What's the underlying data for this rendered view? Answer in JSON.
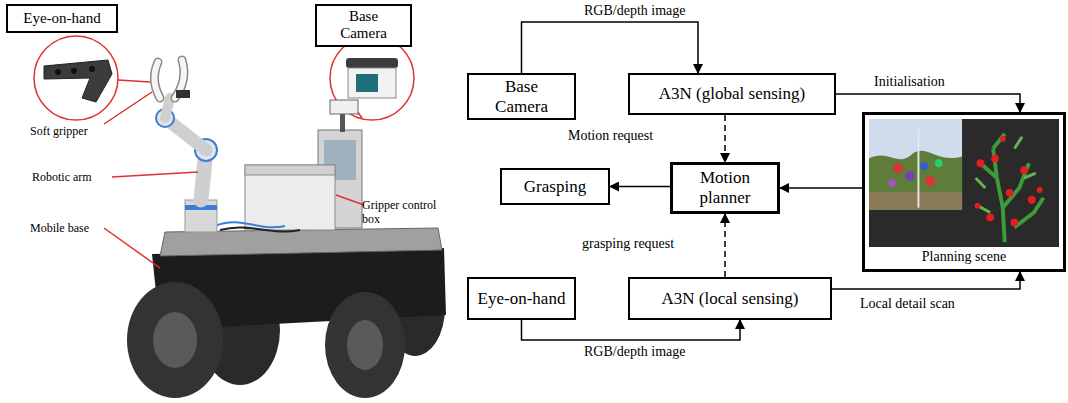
{
  "diagram": {
    "nodes": [
      {
        "text": [
          "Eye-on-hand"
        ]
      },
      {
        "text": [
          "Base Camera"
        ]
      },
      {
        "text": [
          "Base Camera"
        ]
      },
      {
        "text": [
          "A3N (global sensing)"
        ]
      },
      {
        "text": [
          "Planning scene"
        ]
      },
      {
        "text": [
          "Grasping"
        ]
      },
      {
        "text": [
          "Motion planner"
        ]
      },
      {
        "text": [
          "Eye-on-hand"
        ]
      },
      {
        "text": [
          "A3N (local sensing)"
        ]
      }
    ],
    "edges": [
      {
        "from": 2,
        "to": 3,
        "label": "RGB/depth image",
        "arrow": "to"
      },
      {
        "from": 3,
        "to": 4,
        "label": "Initialisation",
        "arrow": "to"
      },
      {
        "from": 3,
        "to": 6,
        "label": "Motion request",
        "arrow": "to"
      },
      {
        "from": 4,
        "to": 6,
        "arrow": "to"
      },
      {
        "from": 6,
        "to": 5,
        "arrow": "to"
      },
      {
        "from": 8,
        "to": 6,
        "label": "grasping request",
        "arrow": "to"
      },
      {
        "from": 8,
        "to": 4,
        "label": "Local detail scan",
        "arrow": "to"
      },
      {
        "from": 7,
        "to": 8,
        "label": "RGB/depth image",
        "arrow": "to"
      }
    ],
    "labels": [
      "Soft gripper",
      "Robotic arm",
      "Mobile base",
      "Gripper control box"
    ]
  }
}
